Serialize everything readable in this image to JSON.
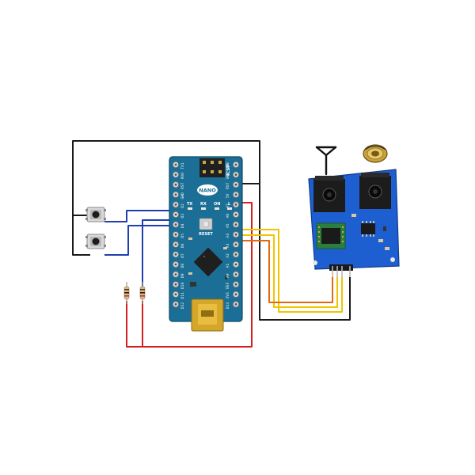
{
  "nano": {
    "badge": "NANO",
    "icsp": "ICSP",
    "reset": "RESET",
    "led_tx": "TX",
    "led_rx": "RX",
    "led_on": "ON",
    "led_l": "L",
    "left_pins": [
      "TX1",
      "RX0",
      "RST",
      "GND",
      "D2",
      "D3",
      "D4",
      "D5",
      "D6",
      "D7",
      "D8",
      "D9",
      "D10",
      "D11",
      "D12"
    ],
    "right_pins": [
      "VIN",
      "GND",
      "RST",
      "5V",
      "A7",
      "A6",
      "A5",
      "A4",
      "A3",
      "A2",
      "A1",
      "A0",
      "REF",
      "3V3",
      "D13"
    ]
  },
  "module": {
    "antenna_icon": "antenna-icon",
    "speaker_icon": "speaker-icon"
  },
  "wires": {
    "black": "#1a1a1a",
    "blue": "#1f3fb0",
    "red": "#d21f1f",
    "yellow": "#f2c400",
    "orange": "#e06a10"
  },
  "colors": {
    "nano_board": "#1b6f96",
    "module_board": "#1d5fd0"
  }
}
